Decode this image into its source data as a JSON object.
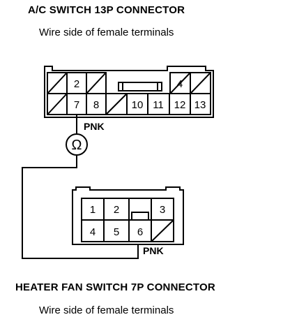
{
  "ac_connector": {
    "title": "A/C SWITCH 13P CONNECTOR",
    "subtitle": "Wire side of female terminals",
    "top_row": [
      "",
      "2",
      "",
      "",
      "",
      "",
      "",
      "4",
      ""
    ],
    "bottom_row": [
      "",
      "7",
      "8",
      "",
      "10",
      "11",
      "12",
      "13"
    ]
  },
  "fan_connector": {
    "title": "HEATER FAN SWITCH 7P CONNECTOR",
    "subtitle": "Wire side of female terminals",
    "top_row": [
      "1",
      "2",
      "",
      "3"
    ],
    "bottom_row": [
      "4",
      "5",
      "6",
      ""
    ]
  },
  "wire_color_upper": "PNK",
  "wire_color_lower": "PNK",
  "meter_symbol": "Ω"
}
